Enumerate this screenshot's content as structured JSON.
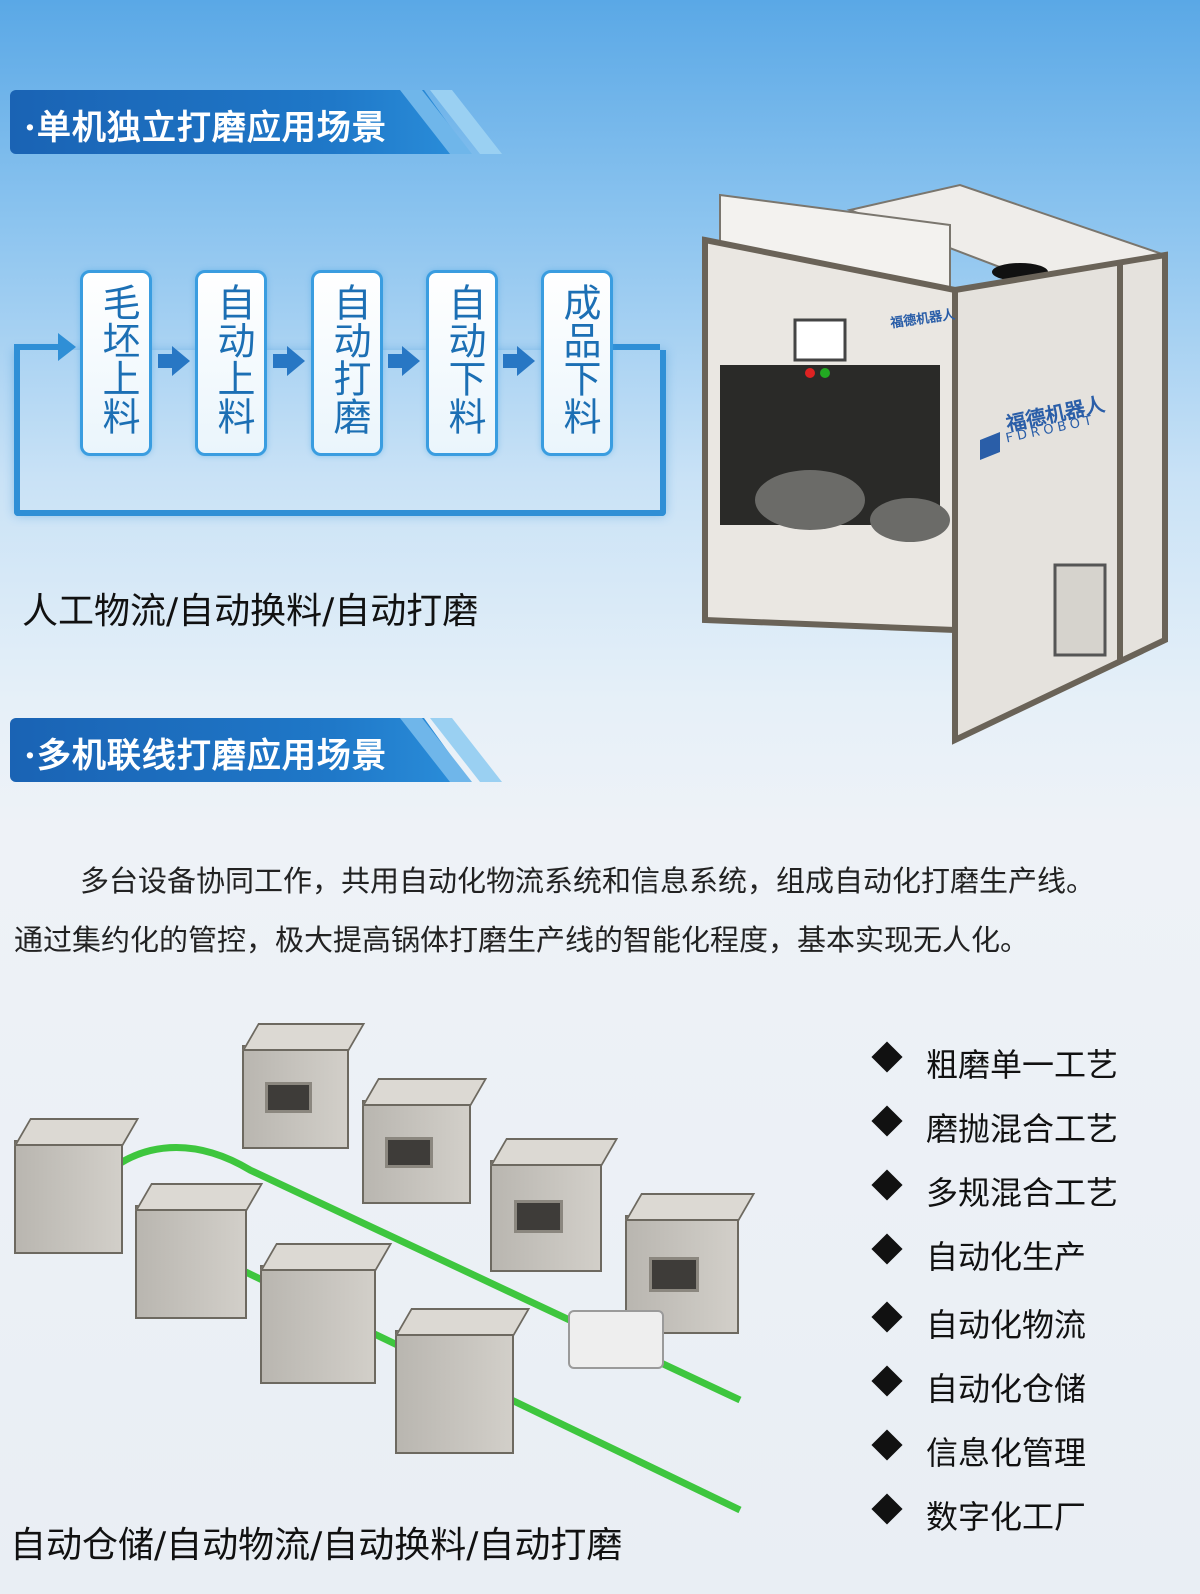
{
  "section1": {
    "title": "·单机独立打磨应用场景",
    "flow": [
      "毛坯上料",
      "自动上料",
      "自动打磨",
      "自动下料",
      "成品下料"
    ],
    "caption": "人工物流/自动换料/自动打磨",
    "machine": {
      "brand_cn": "福德机器人",
      "brand_en": "FDROBOT"
    }
  },
  "section2": {
    "title": "·多机联线打磨应用场景",
    "paragraph_line1": "多台设备协同工作，共用自动化物流系统和信息系统，组成自动化打磨生产线。",
    "paragraph_line2": "通过集约化的管控，极大提高锅体打磨生产线的智能化程度，基本实现无人化。",
    "features": [
      "粗磨单一工艺",
      "磨抛混合工艺",
      "多规混合工艺",
      "自动化生产",
      "自动化物流",
      "自动化仓储",
      "信息化管理",
      "数字化工厂"
    ],
    "caption": "自动仓储/自动物流/自动换料/自动打磨"
  },
  "colors": {
    "title_bg": "#1f78c8",
    "flow_border": "#3a9de0",
    "flow_text": "#1c6fb4",
    "arrow": "#2877c4",
    "conveyor": "#3ec63e"
  }
}
